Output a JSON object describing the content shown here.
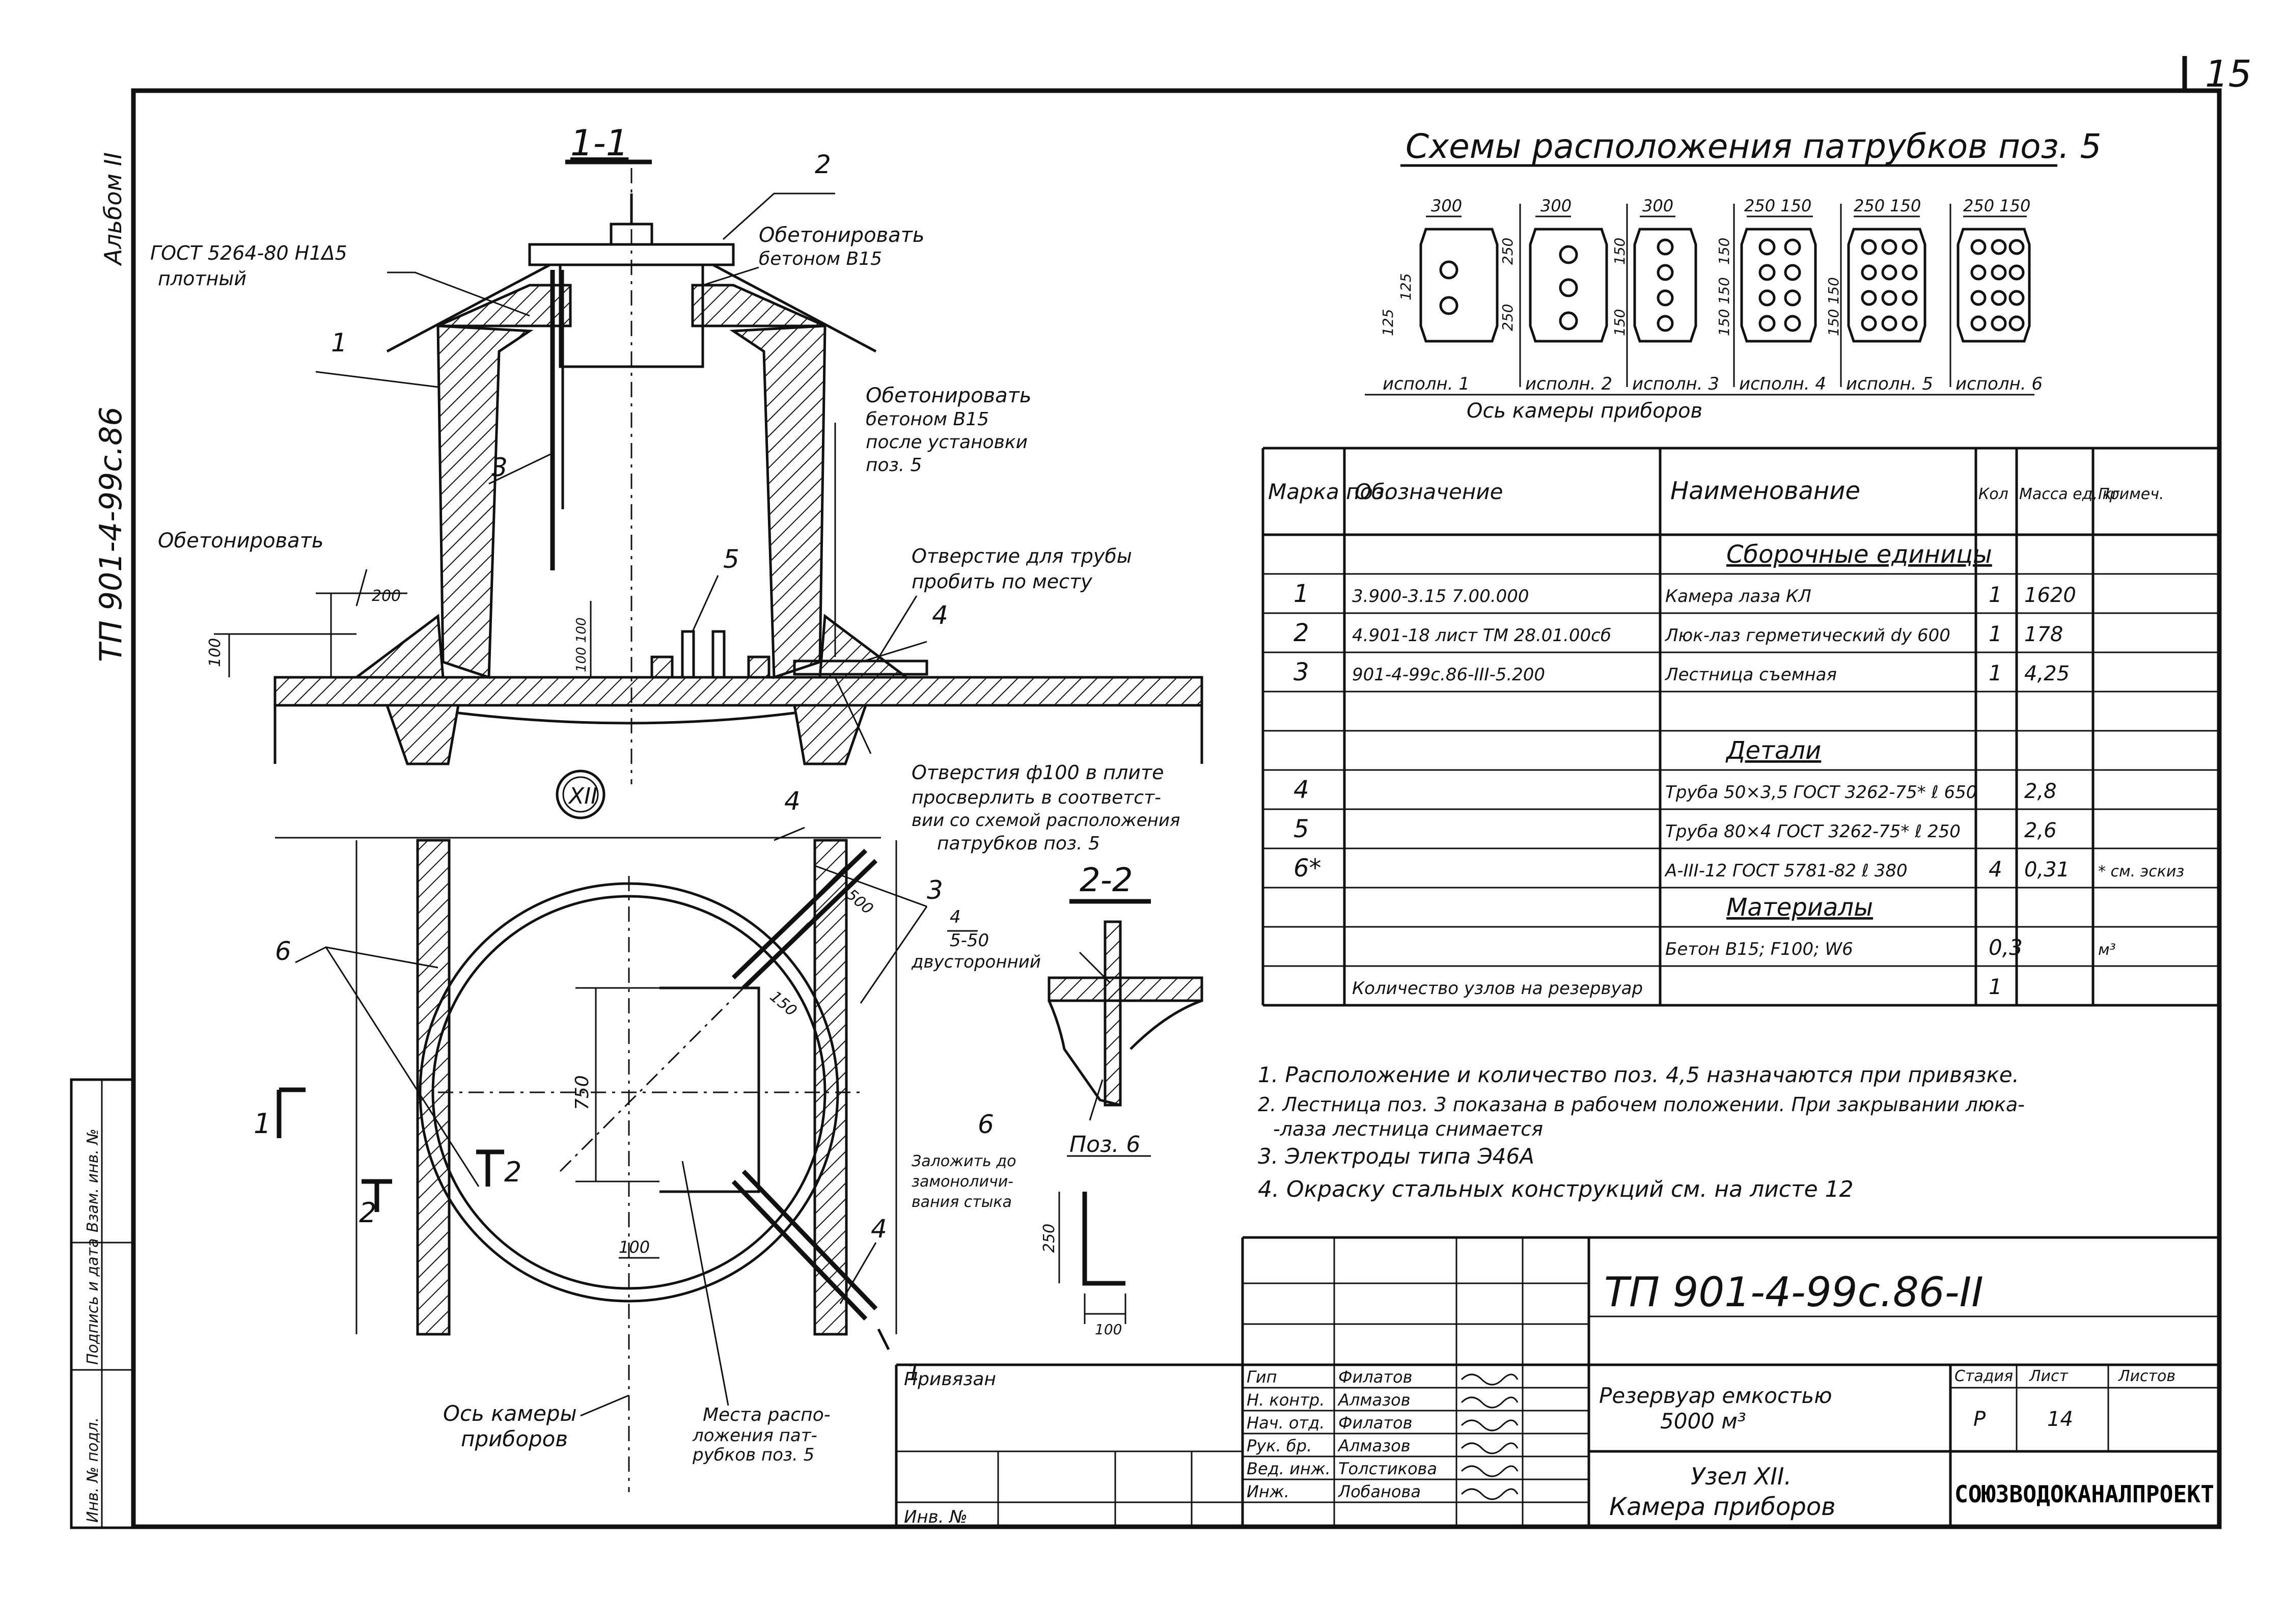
{
  "sheet_number": "15",
  "side_stamp": {
    "album": "Альбом II",
    "project_code": "ТП 901-4-99с.86",
    "cells": [
      "Инв. № подл.",
      "Подпись и дата",
      "Взам. инв. №"
    ]
  },
  "section_1": {
    "title": "1-1",
    "gost_note": "ГОСТ 5264-80 Н1Δ5",
    "gost_note2": "плотный",
    "concrete_note1_a": "Обетонировать",
    "concrete_note1_b": "бетоном В15",
    "concrete_note2_a": "Обетонировать",
    "concrete_note2_b": "бетоном В15",
    "concrete_note2_c": "после установки",
    "concrete_note2_d": "поз. 5",
    "concrete_note3": "Обетонировать",
    "hole_note_a": "Отверстие для трубы",
    "hole_note_b": "пробить по месту",
    "dims": {
      "d200": "200",
      "d100": "100",
      "d100_100": "100 100"
    },
    "pos_labels": [
      "1",
      "2",
      "3",
      "4",
      "5"
    ]
  },
  "plan": {
    "node_mark": "XII",
    "hole_note_a": "Отверстия ф100 в плите",
    "hole_note_b": "просверлить в соответст-",
    "hole_note_c": "вии со схемой расположения",
    "hole_note_d": "патрубков поз. 5",
    "dims": {
      "d750": "750",
      "d100": "100",
      "d150": "150",
      "d500": "500"
    },
    "pos_labels": [
      "6",
      "4",
      "3",
      "4"
    ],
    "cut_1": "1",
    "cut_2": "2",
    "axis_note_a": "Ось камеры",
    "axis_note_b": "приборов",
    "place_note_a": "Места распо-",
    "place_note_b": "ложения пат-",
    "place_note_c": "рубков поз. 5"
  },
  "section_2": {
    "title": "2-2",
    "weld_a": "4",
    "weld_b": "5-50",
    "weld_c": "двусторонний",
    "pos6": "6",
    "note_a": "Заложить до",
    "note_b": "замоноличи-",
    "note_c": "вания стыка",
    "poz6_title": "Поз. 6",
    "dim250": "250",
    "dim100": "100"
  },
  "scheme": {
    "title": "Схемы расположения патрубков поз. 5",
    "axis_label": "Ось камеры приборов",
    "variants": [
      "исполн. 1",
      "исполн. 2",
      "исполн. 3",
      "исполн. 4",
      "исполн. 5",
      "исполн. 6"
    ],
    "dims": [
      "300",
      "300",
      "300",
      "250 150",
      "250 150",
      "250 150",
      "125",
      "125",
      "250",
      "250",
      "150",
      "150 150",
      "150 150",
      "150",
      "150"
    ]
  },
  "spec_table": {
    "headers": [
      "Марка поз.",
      "Обозначение",
      "Наименование",
      "Кол",
      "Масса ед, кг",
      "Примеч."
    ],
    "rows": [
      {
        "type": "section",
        "name": "Сборочные единицы"
      },
      {
        "pos": "1",
        "code": "3.900-3.15 7.00.000",
        "name": "Камера лаза КЛ",
        "qty": "1",
        "mass": "1620",
        "note": ""
      },
      {
        "pos": "2",
        "code": "4.901-18 лист ТМ 28.01.00сб",
        "name": "Люк-лаз герметический dу 600",
        "qty": "1",
        "mass": "178",
        "note": ""
      },
      {
        "pos": "3",
        "code": "901-4-99с.86-III-5.200",
        "name": "Лестница съемная",
        "qty": "1",
        "mass": "4,25",
        "note": ""
      },
      {
        "type": "blank"
      },
      {
        "type": "section",
        "name": "Детали"
      },
      {
        "pos": "4",
        "code": "",
        "name": "Труба 50×3,5 ГОСТ 3262-75* ℓ 650",
        "qty": "",
        "mass": "2,8",
        "note": ""
      },
      {
        "pos": "5",
        "code": "",
        "name": "Труба 80×4 ГОСТ 3262-75* ℓ 250",
        "qty": "",
        "mass": "2,6",
        "note": ""
      },
      {
        "pos": "6*",
        "code": "",
        "name": "А-III-12 ГОСТ 5781-82 ℓ 380",
        "qty": "4",
        "mass": "0,31",
        "note": "* см. эскиз"
      },
      {
        "type": "section",
        "name": "Материалы"
      },
      {
        "pos": "",
        "code": "",
        "name": "Бетон В15; F100; W6",
        "qty": "0,3",
        "mass": "",
        "note": "м³"
      },
      {
        "pos": "",
        "code": "Количество узлов на резервуар",
        "name": "",
        "qty": "1",
        "mass": "",
        "note": ""
      }
    ]
  },
  "notes": [
    "1. Расположение и количество поз. 4,5 назначаются при привязке.",
    "2. Лестница поз. 3 показана в рабочем положении. При закрывании люка-",
    "-лаза лестница снимается",
    "3. Электроды типа Э46А",
    "4. Окраску стальных конструкций см. на листе 12"
  ],
  "title_block": {
    "code": "ТП 901-4-99с.86-II",
    "bound": "Привязан",
    "inv": "Инв. №",
    "roles": [
      {
        "role": "Гип",
        "name": "Филатов"
      },
      {
        "role": "Н. контр.",
        "name": "Алмазов"
      },
      {
        "role": "Нач. отд.",
        "name": "Филатов"
      },
      {
        "role": "Рук. бр.",
        "name": "Алмазов"
      },
      {
        "role": "Вед. инж.",
        "name": "Толстикова"
      },
      {
        "role": "Инж.",
        "name": "Лобанова"
      }
    ],
    "object_a": "Резервуар емкостью",
    "object_b": "5000 м³",
    "sheet_title_a": "Узел XII.",
    "sheet_title_b": "Камера приборов",
    "stage_h": "Стадия",
    "list_h": "Лист",
    "lists_h": "Листов",
    "stage": "Р",
    "list": "14",
    "org": "СОЮЗВОДОКАНАЛПРОЕКТ"
  }
}
